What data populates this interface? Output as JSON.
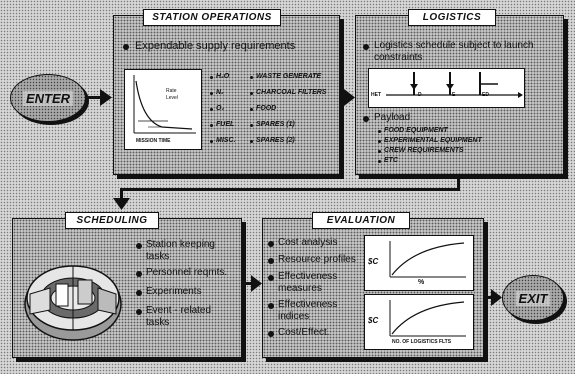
{
  "enter": "ENTER",
  "exit": "EXIT",
  "station": {
    "title": "STATION OPERATIONS",
    "bullet": "Expendable supply requirements",
    "graph_label1": "Rate",
    "graph_label2": "Level",
    "graph_axis": "MISSION TIME",
    "col1": [
      "H₂O",
      "N₂",
      "O₂",
      "FUEL",
      "MISC."
    ],
    "col2": [
      "WASTE GENERATE",
      "CHARCOAL FILTERS",
      "FOOD",
      "SPARES (1)",
      "SPARES (2)"
    ]
  },
  "logistics": {
    "title": "LOGISTICS",
    "bullet1a": "Logistics schedule subject to launch",
    "bullet1b": "constraints",
    "timeline_label": "HET",
    "timeline_marks": [
      "D",
      "E",
      "ED"
    ],
    "bullet2": "Payload",
    "payload_items": [
      "FOOD EQUIPMENT",
      "EXPERIMENTAL EQUIPMENT",
      "CREW REQUIREMENTS",
      "ETC"
    ]
  },
  "scheduling": {
    "title": "SCHEDULING",
    "items": [
      [
        "Station keeping",
        "tasks"
      ],
      [
        "Personnel reqmts."
      ],
      [
        "Experiments"
      ],
      [
        "Event - related",
        "tasks"
      ]
    ]
  },
  "evaluation": {
    "title": "EVALUATION",
    "items": [
      [
        "Cost analysis"
      ],
      [
        "Resource profiles"
      ],
      [
        "Effectiveness",
        "measures"
      ],
      [
        "Effectiveness",
        "indices"
      ],
      [
        "Cost/Effect."
      ]
    ],
    "graph1_y": "$C",
    "graph1_x": "%",
    "graph2_y": "$C",
    "graph2_x": "NO. OF LOGISTICS FLTS"
  }
}
